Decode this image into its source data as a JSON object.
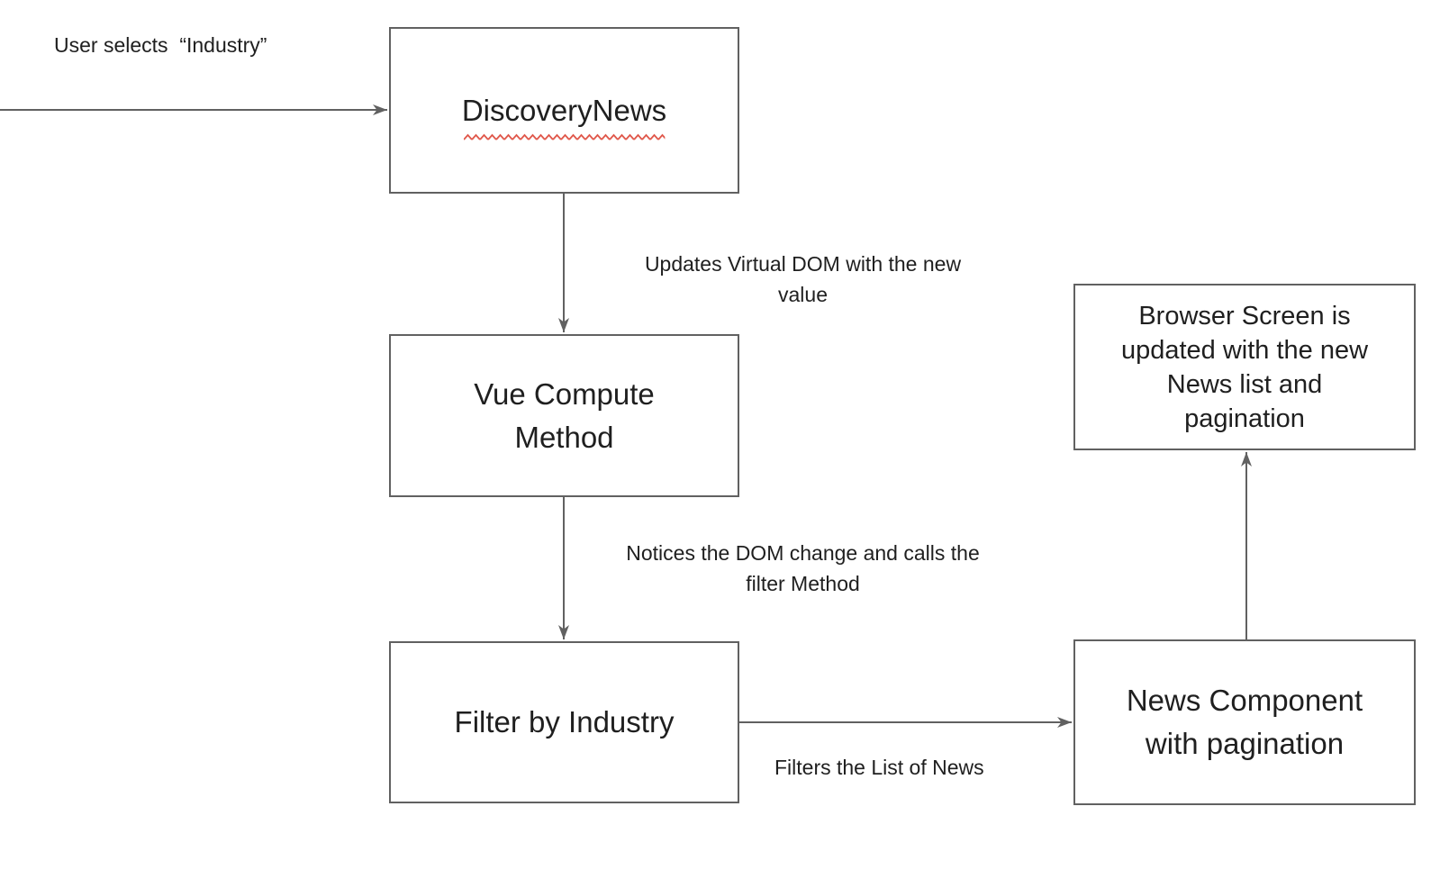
{
  "colors": {
    "background": "#ffffff",
    "line": "#616161",
    "border": "#616161",
    "text": "#1f1f1f",
    "squiggle": "#e0574a"
  },
  "nodes": {
    "discovery_news": {
      "label": "DiscoveryNews",
      "misspelling_underline": true
    },
    "vue_compute": {
      "label": "Vue Compute Method"
    },
    "filter_industry": {
      "label": "Filter by Industry"
    },
    "browser_screen": {
      "label": "Browser Screen is updated with the new News list and pagination"
    },
    "news_component": {
      "label": "News Component with pagination"
    }
  },
  "edges": {
    "user_to_discovery": {
      "label": "User selects  “Industry”"
    },
    "discovery_to_vue": {
      "label": "Updates Virtual DOM with the new value"
    },
    "vue_to_filter": {
      "label": "Notices the DOM change and calls the filter Method"
    },
    "filter_to_news": {
      "label": "Filters the List of News"
    },
    "news_to_browser": {
      "label": ""
    }
  }
}
